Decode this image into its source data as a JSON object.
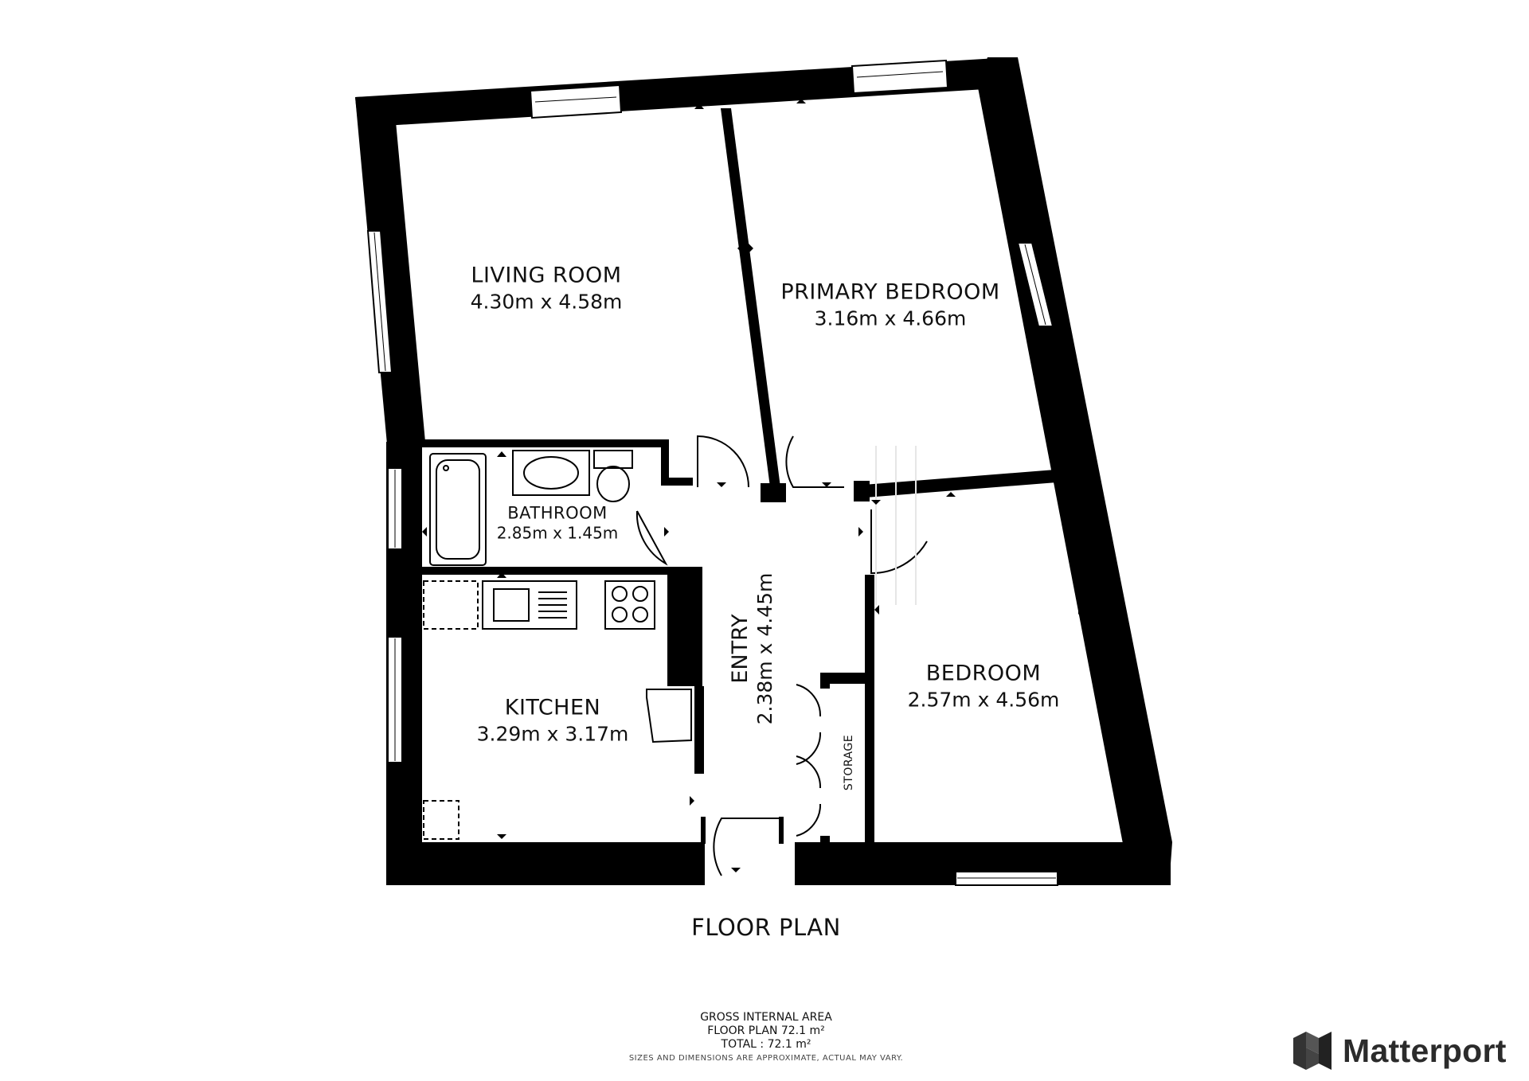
{
  "rooms": {
    "living": {
      "name": "LIVING ROOM",
      "dims": "4.30m x 4.58m"
    },
    "primary": {
      "name": "PRIMARY BEDROOM",
      "dims": "3.16m x 4.66m"
    },
    "bathroom": {
      "name": "BATHROOM",
      "dims": "2.85m x 1.45m"
    },
    "kitchen": {
      "name": "KITCHEN",
      "dims": "3.29m x 3.17m"
    },
    "entry": {
      "name": "ENTRY",
      "dims": "2.38m x 4.45m"
    },
    "bedroom": {
      "name": "BEDROOM",
      "dims": "2.57m x 4.56m"
    },
    "storage": {
      "name": "STORAGE"
    }
  },
  "plan_title": "FLOOR PLAN",
  "area": {
    "heading": "GROSS INTERNAL AREA",
    "floor_plan": "FLOOR PLAN 72.1 m²",
    "total": "TOTAL :  72.1 m²",
    "disclaimer": "SIZES AND DIMENSIONS ARE APPROXIMATE, ACTUAL MAY VARY."
  },
  "brand": {
    "name": "Matterport"
  },
  "colors": {
    "wall": "#000000",
    "background": "#ffffff",
    "fixture": "#333333"
  }
}
